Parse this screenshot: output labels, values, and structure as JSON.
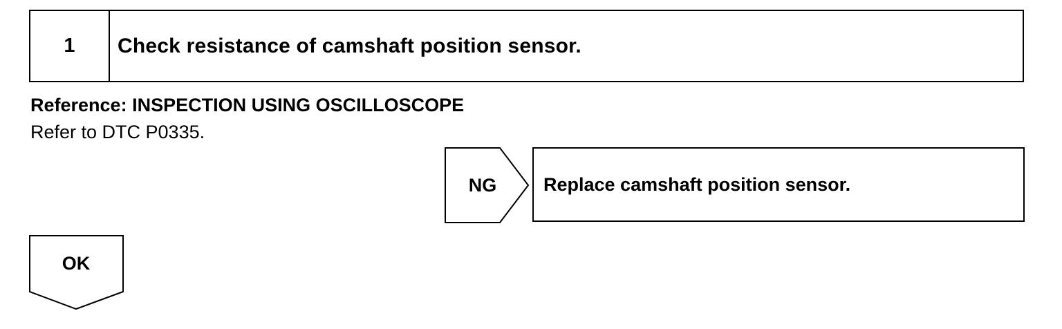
{
  "step": {
    "number": "1",
    "title": "Check resistance of camshaft position sensor."
  },
  "reference": {
    "heading": "Reference: INSPECTION USING OSCILLOSCOPE",
    "text": "Refer to DTC P0335."
  },
  "ng_branch": {
    "label": "NG",
    "action": "Replace camshaft position sensor."
  },
  "ok_branch": {
    "label": "OK"
  }
}
